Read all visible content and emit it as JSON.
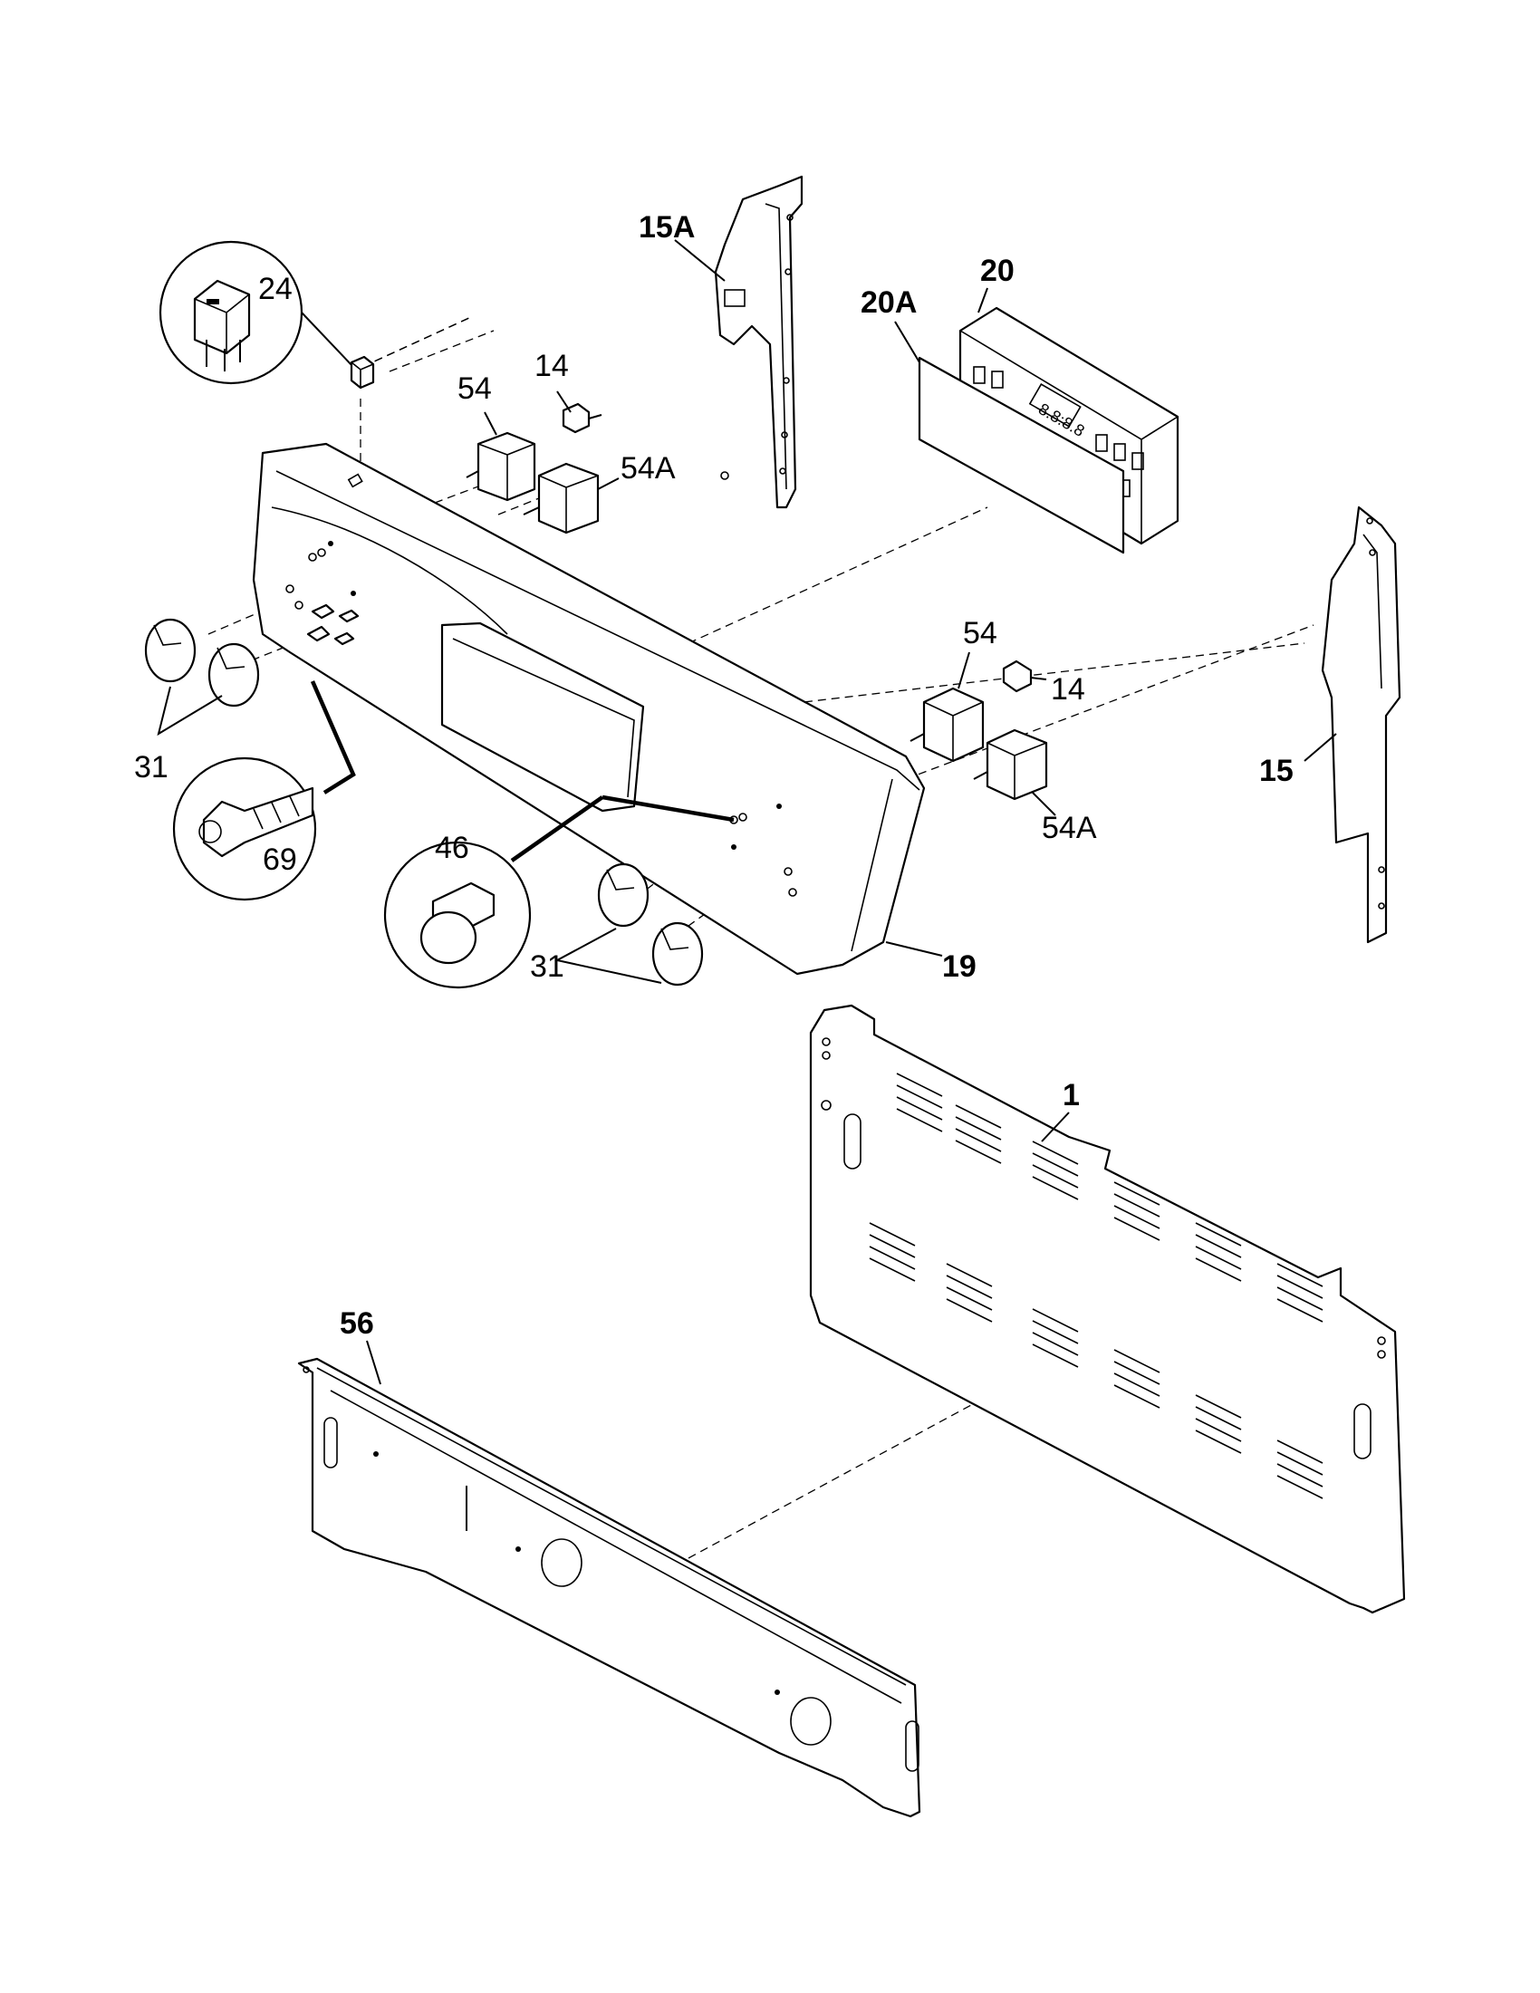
{
  "labels": {
    "p24": "24",
    "p15a": "15A",
    "p20": "20",
    "p20a": "20A",
    "p14_top": "14",
    "p54_top": "54",
    "p54a_top": "54A",
    "p54_right": "54",
    "p14_right": "14",
    "p54a_right": "54A",
    "p15": "15",
    "p31_left": "31",
    "p69": "69",
    "p46": "46",
    "p31_bottom": "31",
    "p19": "19",
    "p1": "1",
    "p56": "56"
  }
}
